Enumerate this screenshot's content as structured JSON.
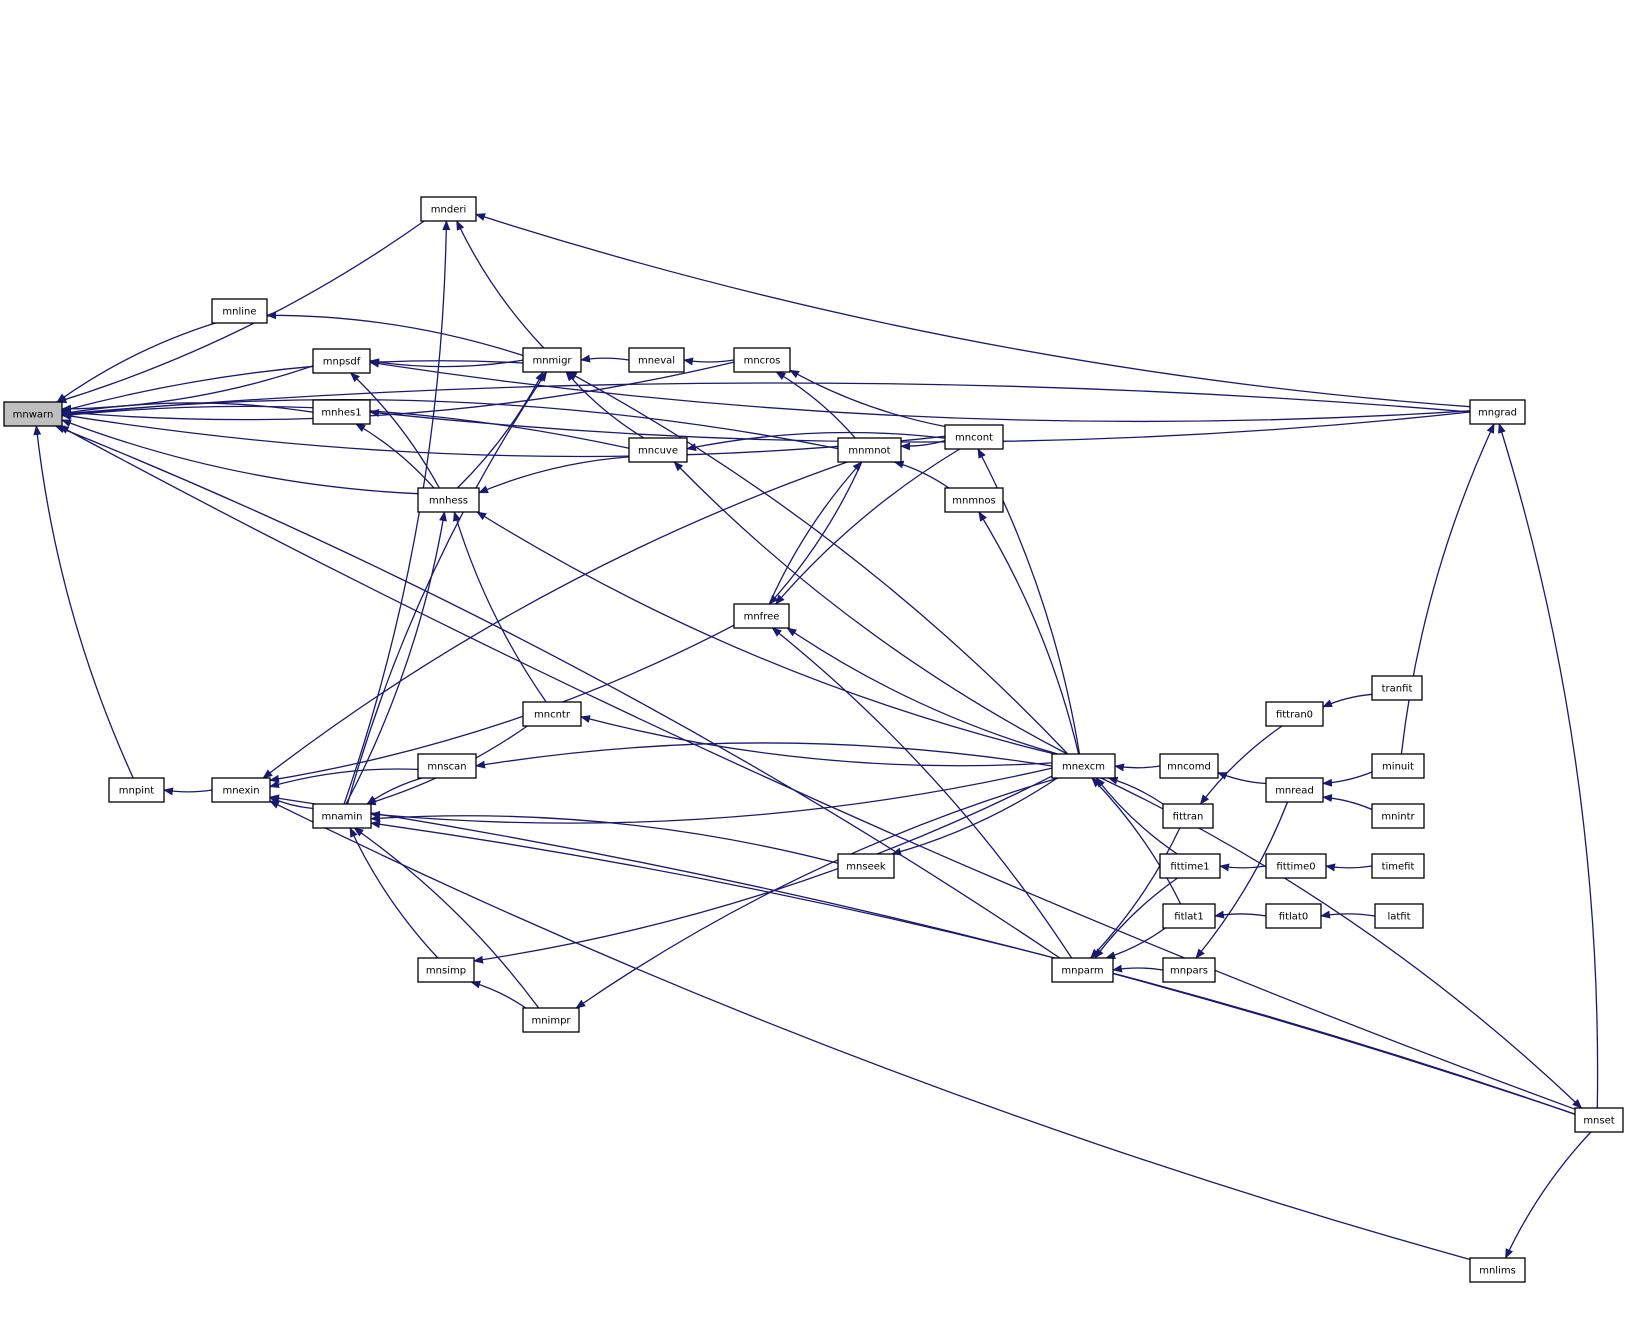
{
  "colors": {
    "edge": "#191970",
    "node_fill": "#ffffff",
    "root_fill": "#bfbfbf",
    "node_border": "#000000"
  },
  "nodes": [
    {
      "id": "mnwarn",
      "label": "mnwarn",
      "root": true
    },
    {
      "id": "mnderi",
      "label": "mnderi"
    },
    {
      "id": "mnline",
      "label": "mnline"
    },
    {
      "id": "mnpsdf",
      "label": "mnpsdf"
    },
    {
      "id": "mnhes1",
      "label": "mnhes1"
    },
    {
      "id": "mnhess",
      "label": "mnhess"
    },
    {
      "id": "mnmigr",
      "label": "mnmigr"
    },
    {
      "id": "mneval",
      "label": "mneval"
    },
    {
      "id": "mncros",
      "label": "mncros"
    },
    {
      "id": "mncuve",
      "label": "mncuve"
    },
    {
      "id": "mncont",
      "label": "mncont"
    },
    {
      "id": "mnmnot",
      "label": "mnmnot"
    },
    {
      "id": "mnmnos",
      "label": "mnmnos"
    },
    {
      "id": "mnfree",
      "label": "mnfree"
    },
    {
      "id": "mncntr",
      "label": "mncntr"
    },
    {
      "id": "mnscan",
      "label": "mnscan"
    },
    {
      "id": "mnpint",
      "label": "mnpint"
    },
    {
      "id": "mnexin",
      "label": "mnexin"
    },
    {
      "id": "mnamin",
      "label": "mnamin"
    },
    {
      "id": "mnseek",
      "label": "mnseek"
    },
    {
      "id": "mnsimp",
      "label": "mnsimp"
    },
    {
      "id": "mnimpr",
      "label": "mnimpr"
    },
    {
      "id": "mnexcm",
      "label": "mnexcm"
    },
    {
      "id": "mncomd",
      "label": "mncomd"
    },
    {
      "id": "fittran",
      "label": "fittran"
    },
    {
      "id": "fittime1",
      "label": "fittime1"
    },
    {
      "id": "fitlat1",
      "label": "fitlat1"
    },
    {
      "id": "mnparm",
      "label": "mnparm"
    },
    {
      "id": "mnpars",
      "label": "mnpars"
    },
    {
      "id": "fittran0",
      "label": "fittran0"
    },
    {
      "id": "tranfit",
      "label": "tranfit"
    },
    {
      "id": "mnread",
      "label": "mnread"
    },
    {
      "id": "minuit",
      "label": "minuit"
    },
    {
      "id": "mnintr",
      "label": "mnintr"
    },
    {
      "id": "fittime0",
      "label": "fittime0"
    },
    {
      "id": "timefit",
      "label": "timefit"
    },
    {
      "id": "fitlat0",
      "label": "fitlat0"
    },
    {
      "id": "latfit",
      "label": "latfit"
    },
    {
      "id": "mngrad",
      "label": "mngrad"
    },
    {
      "id": "mnset",
      "label": "mnset"
    },
    {
      "id": "mnlims",
      "label": "mnlims"
    }
  ],
  "edges": [
    [
      "mnderi",
      "mnwarn"
    ],
    [
      "mnline",
      "mnwarn"
    ],
    [
      "mnpsdf",
      "mnwarn"
    ],
    [
      "mnhes1",
      "mnwarn"
    ],
    [
      "mnhess",
      "mnwarn"
    ],
    [
      "mnmigr",
      "mnwarn"
    ],
    [
      "mncros",
      "mnwarn"
    ],
    [
      "mncuve",
      "mnwarn"
    ],
    [
      "mncont",
      "mnwarn"
    ],
    [
      "mnmnot",
      "mnwarn"
    ],
    [
      "mnpint",
      "mnwarn"
    ],
    [
      "mngrad",
      "mnwarn"
    ],
    [
      "mnset",
      "mnwarn"
    ],
    [
      "mnparm",
      "mnwarn"
    ],
    [
      "mnmigr",
      "mnderi"
    ],
    [
      "mnamin",
      "mnderi"
    ],
    [
      "mngrad",
      "mnderi"
    ],
    [
      "mnmigr",
      "mnline"
    ],
    [
      "mnmigr",
      "mnpsdf"
    ],
    [
      "mnhess",
      "mnpsdf"
    ],
    [
      "mngrad",
      "mnpsdf"
    ],
    [
      "mnhess",
      "mnhes1"
    ],
    [
      "mngrad",
      "mnhes1"
    ],
    [
      "mncuve",
      "mnhess"
    ],
    [
      "mncntr",
      "mnhess"
    ],
    [
      "mnamin",
      "mnhess"
    ],
    [
      "mnexcm",
      "mnhess"
    ],
    [
      "mneval",
      "mnmigr"
    ],
    [
      "mncuve",
      "mnmigr"
    ],
    [
      "mnhess",
      "mnmigr"
    ],
    [
      "mnamin",
      "mnmigr"
    ],
    [
      "mnexcm",
      "mnmigr"
    ],
    [
      "mncros",
      "mneval"
    ],
    [
      "mnmnot",
      "mncros"
    ],
    [
      "mncont",
      "mncros"
    ],
    [
      "mncont",
      "mncuve"
    ],
    [
      "mnexcm",
      "mncuve"
    ],
    [
      "mnexcm",
      "mncont"
    ],
    [
      "mncont",
      "mnmnot"
    ],
    [
      "mnmnos",
      "mnmnot"
    ],
    [
      "mnfree",
      "mnmnot"
    ],
    [
      "mnexcm",
      "mnmnos"
    ],
    [
      "mnmnot",
      "mnfree"
    ],
    [
      "mncont",
      "mnfree"
    ],
    [
      "mnexcm",
      "mnfree"
    ],
    [
      "mnparm",
      "mnfree"
    ],
    [
      "mnexcm",
      "mncntr"
    ],
    [
      "mnexcm",
      "mnscan"
    ],
    [
      "mnexin",
      "mnpint"
    ],
    [
      "mnmnot",
      "mnexin"
    ],
    [
      "mnfree",
      "mnexin"
    ],
    [
      "mnscan",
      "mnexin"
    ],
    [
      "mnamin",
      "mnexin"
    ],
    [
      "mnset",
      "mnexin"
    ],
    [
      "mnlims",
      "mnexin"
    ],
    [
      "mnscan",
      "mnamin"
    ],
    [
      "mncntr",
      "mnamin"
    ],
    [
      "mnseek",
      "mnamin"
    ],
    [
      "mnsimp",
      "mnamin"
    ],
    [
      "mnimpr",
      "mnamin"
    ],
    [
      "mnexcm",
      "mnamin"
    ],
    [
      "mnset",
      "mnamin"
    ],
    [
      "mnexcm",
      "mnseek"
    ],
    [
      "mnimpr",
      "mnsimp"
    ],
    [
      "mnexcm",
      "mnsimp"
    ],
    [
      "mnexcm",
      "mnimpr"
    ],
    [
      "mncomd",
      "mnexcm"
    ],
    [
      "fittran",
      "mnexcm"
    ],
    [
      "fittime1",
      "mnexcm"
    ],
    [
      "fitlat1",
      "mnexcm"
    ],
    [
      "mnread",
      "mncomd"
    ],
    [
      "fittran0",
      "fittran"
    ],
    [
      "fittime0",
      "fittime1"
    ],
    [
      "fitlat0",
      "fitlat1"
    ],
    [
      "fittran",
      "mnparm"
    ],
    [
      "fittime1",
      "mnparm"
    ],
    [
      "fitlat1",
      "mnparm"
    ],
    [
      "mnpars",
      "mnparm"
    ],
    [
      "mnread",
      "mnpars"
    ],
    [
      "tranfit",
      "fittran0"
    ],
    [
      "minuit",
      "mnread"
    ],
    [
      "mnintr",
      "mnread"
    ],
    [
      "timefit",
      "fittime0"
    ],
    [
      "latfit",
      "fitlat0"
    ],
    [
      "minuit",
      "mngrad"
    ],
    [
      "mnset",
      "mngrad"
    ],
    [
      "mnexcm",
      "mnset"
    ],
    [
      "mnset",
      "mnlims"
    ]
  ]
}
